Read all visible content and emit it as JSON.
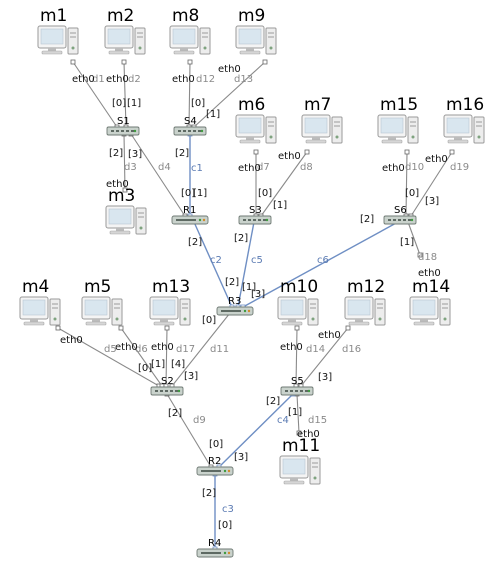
{
  "hosts": [
    {
      "id": "m1",
      "label": "m1"
    },
    {
      "id": "m2",
      "label": "m2"
    },
    {
      "id": "m8",
      "label": "m8"
    },
    {
      "id": "m9",
      "label": "m9"
    },
    {
      "id": "m6",
      "label": "m6"
    },
    {
      "id": "m7",
      "label": "m7"
    },
    {
      "id": "m15",
      "label": "m15"
    },
    {
      "id": "m16",
      "label": "m16"
    },
    {
      "id": "m3",
      "label": "m3"
    },
    {
      "id": "m4",
      "label": "m4"
    },
    {
      "id": "m5",
      "label": "m5"
    },
    {
      "id": "m13",
      "label": "m13"
    },
    {
      "id": "m10",
      "label": "m10"
    },
    {
      "id": "m12",
      "label": "m12"
    },
    {
      "id": "m14",
      "label": "m14"
    },
    {
      "id": "m11",
      "label": "m11"
    }
  ],
  "switches": [
    {
      "id": "S1",
      "label": "S1"
    },
    {
      "id": "S4",
      "label": "S4"
    },
    {
      "id": "S3",
      "label": "S3"
    },
    {
      "id": "S6",
      "label": "S6"
    },
    {
      "id": "S2",
      "label": "S2"
    },
    {
      "id": "S5",
      "label": "S5"
    }
  ],
  "routers": [
    {
      "id": "R1",
      "label": "R1"
    },
    {
      "id": "R3",
      "label": "R3"
    },
    {
      "id": "R2",
      "label": "R2"
    },
    {
      "id": "R4",
      "label": "R4"
    }
  ],
  "links": [
    {
      "id": "d1",
      "label": "d1",
      "kind": "host",
      "a_port": "eth0",
      "b_port": "[0]"
    },
    {
      "id": "d2",
      "label": "d2",
      "kind": "host",
      "a_port": "eth0",
      "b_port": "[1]"
    },
    {
      "id": "d12",
      "label": "d12",
      "kind": "host",
      "a_port": "eth0",
      "b_port": "[0]"
    },
    {
      "id": "d13",
      "label": "d13",
      "kind": "host",
      "a_port": "eth0",
      "b_port": "[1]"
    },
    {
      "id": "d3",
      "label": "d3",
      "kind": "host",
      "a_port": "eth0",
      "b_port": "[2]"
    },
    {
      "id": "d4",
      "label": "d4",
      "kind": "switch",
      "a_port": "[3]",
      "b_port": "[0]"
    },
    {
      "id": "c1",
      "label": "c1",
      "kind": "core",
      "a_port": "[2]",
      "b_port": "[1]"
    },
    {
      "id": "d7",
      "label": "d7",
      "kind": "host",
      "a_port": "eth0",
      "b_port": "[0]"
    },
    {
      "id": "d8",
      "label": "d8",
      "kind": "host",
      "a_port": "eth0",
      "b_port": "[1]"
    },
    {
      "id": "d10",
      "label": "d10",
      "kind": "host",
      "a_port": "eth0",
      "b_port": "[0]"
    },
    {
      "id": "d19",
      "label": "d19",
      "kind": "host",
      "a_port": "eth0",
      "b_port": "[3]"
    },
    {
      "id": "d18",
      "label": "d18",
      "kind": "host",
      "a_port": "eth0",
      "b_port": "[1]"
    },
    {
      "id": "c2",
      "label": "c2",
      "kind": "core",
      "a_port": "[2]",
      "b_port": "[2]"
    },
    {
      "id": "c5",
      "label": "c5",
      "kind": "core",
      "a_port": "[2]",
      "b_port": "[1]"
    },
    {
      "id": "c6",
      "label": "c6",
      "kind": "core",
      "a_port": "[2]",
      "b_port": "[3]"
    },
    {
      "id": "d5",
      "label": "d5",
      "kind": "host",
      "a_port": "eth0",
      "b_port": "[0]"
    },
    {
      "id": "d6",
      "label": "d6",
      "kind": "host",
      "a_port": "eth0",
      "b_port": "[1]"
    },
    {
      "id": "d17",
      "label": "d17",
      "kind": "host",
      "a_port": "eth0",
      "b_port": "[4]"
    },
    {
      "id": "d11",
      "label": "d11",
      "kind": "switch",
      "a_port": "[0]",
      "b_port": "[3]"
    },
    {
      "id": "d14",
      "label": "d14",
      "kind": "host",
      "a_port": "eth0",
      "b_port": ""
    },
    {
      "id": "d16",
      "label": "d16",
      "kind": "host",
      "a_port": "eth0",
      "b_port": "[3]"
    },
    {
      "id": "d15",
      "label": "d15",
      "kind": "host",
      "a_port": "eth0",
      "b_port": "[1]"
    },
    {
      "id": "d9",
      "label": "d9",
      "kind": "switch",
      "a_port": "[2]",
      "b_port": "[0]"
    },
    {
      "id": "c4",
      "label": "c4",
      "kind": "core",
      "a_port": "[2]",
      "b_port": "[3]"
    },
    {
      "id": "c3",
      "label": "c3",
      "kind": "core",
      "a_port": "[2]",
      "b_port": "[0]"
    }
  ],
  "colors": {
    "host_link": "#8a8a8a",
    "core_link": "#6f8fc4",
    "switch_body": "#c9d2cc",
    "router_body": "#c9d2cc",
    "screen": "#d9e6ef"
  }
}
